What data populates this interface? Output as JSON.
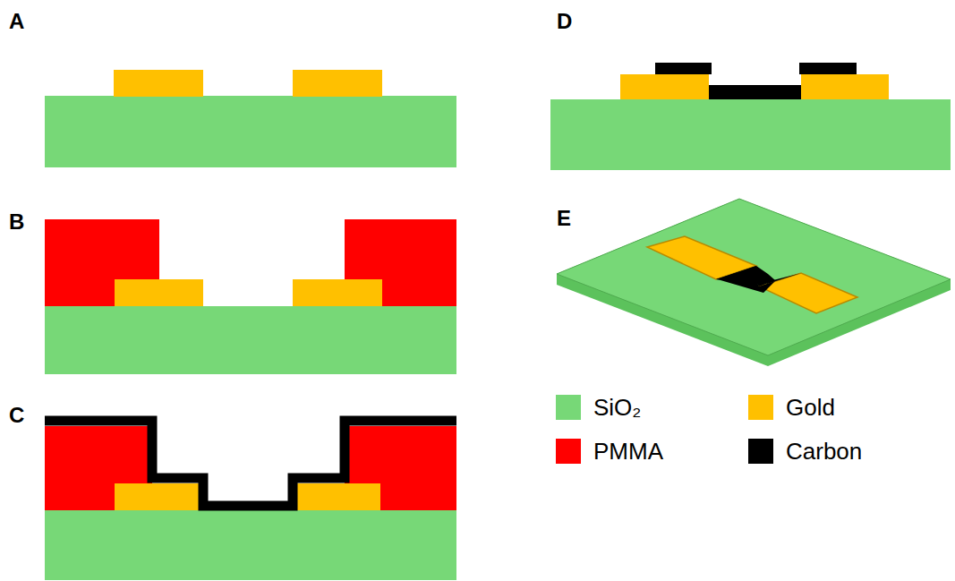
{
  "diagram": {
    "labels": [
      "A",
      "B",
      "C",
      "D",
      "E"
    ],
    "legend": [
      {
        "text": "SiO₂",
        "color": "#77d877"
      },
      {
        "text": "Gold",
        "color": "#ffc000"
      },
      {
        "text": "PMMA",
        "color": "#ff0000"
      },
      {
        "text": "Carbon",
        "color": "#000000"
      }
    ]
  }
}
